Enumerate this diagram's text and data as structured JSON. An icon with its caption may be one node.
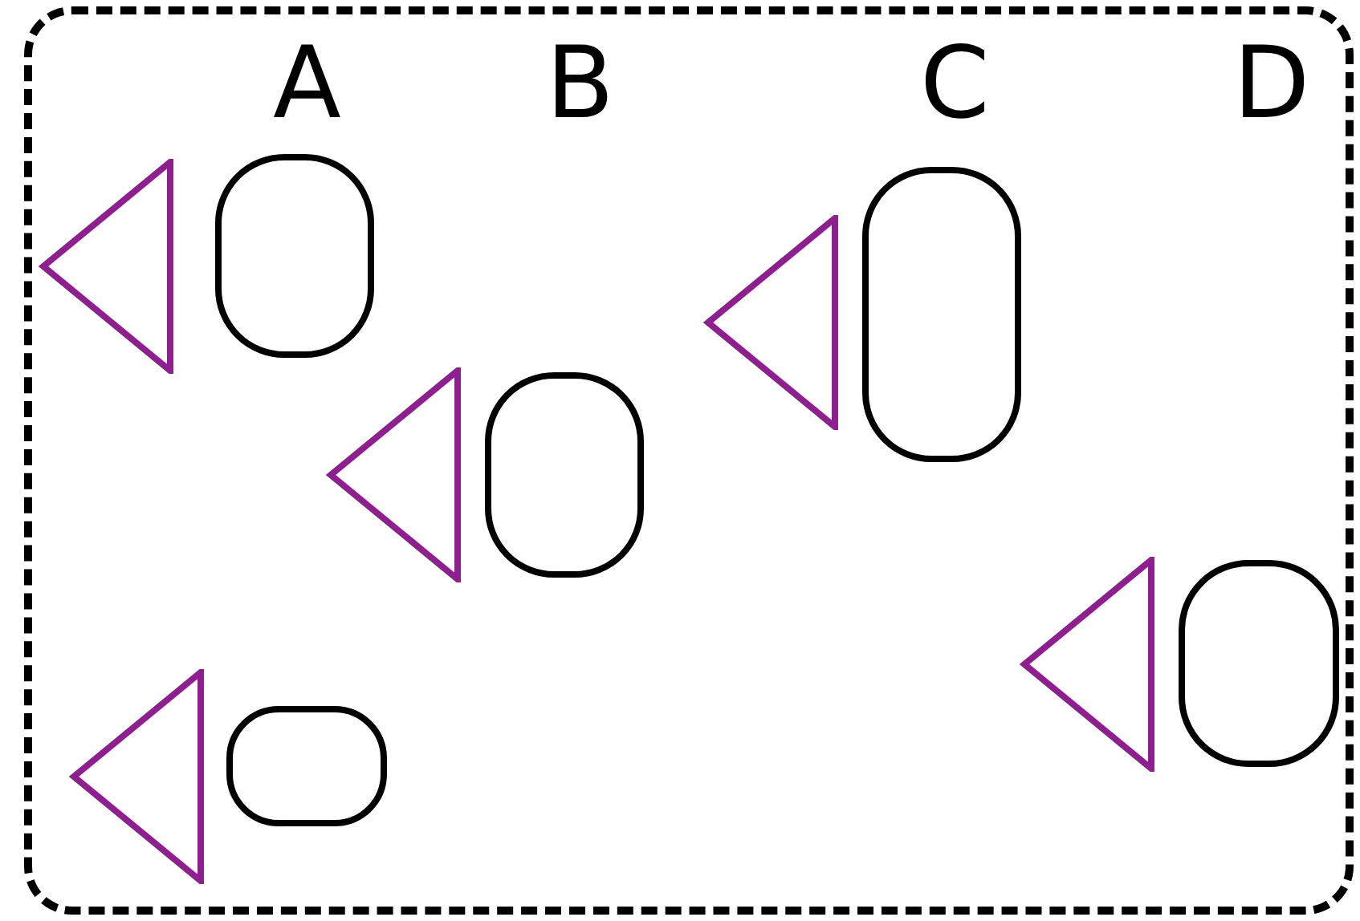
{
  "diagram": {
    "nodes": [
      {
        "text": [],
        "shape": "box"
      },
      {
        "text": [],
        "shape": "triangle",
        "in": 0
      },
      {
        "text": [],
        "shape": "box",
        "in": 0
      },
      {
        "text": [],
        "shape": "triangle",
        "in": 0
      },
      {
        "text": [],
        "shape": "box",
        "in": 0
      },
      {
        "text": [],
        "shape": "triangle",
        "in": 0
      },
      {
        "text": [],
        "shape": "box",
        "in": 0
      },
      {
        "text": [],
        "shape": "triangle",
        "in": 0
      },
      {
        "text": [],
        "shape": "box",
        "in": 0
      },
      {
        "text": [],
        "shape": "triangle",
        "in": 0
      },
      {
        "text": [],
        "shape": "box",
        "in": 0
      }
    ],
    "edges": [],
    "labels": [
      "A",
      "B",
      "C",
      "D"
    ]
  }
}
